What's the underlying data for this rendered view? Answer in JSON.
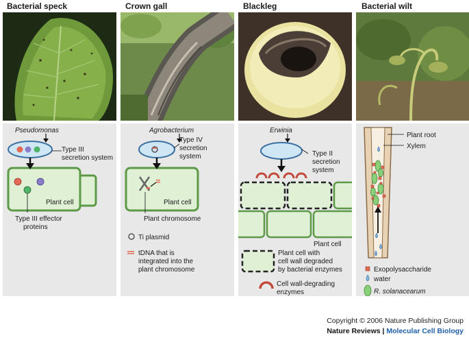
{
  "panels": [
    {
      "title": "Bacterial speck"
    },
    {
      "title": "Crown gall"
    },
    {
      "title": "Blackleg"
    },
    {
      "title": "Bacterial wilt"
    }
  ],
  "speck": {
    "organism": "Pseudomonas",
    "secretion_line1": "Type III",
    "secretion_line2": "secretion system",
    "cell_label": "Plant cell",
    "effector_line1": "Type III effector",
    "effector_line2": "proteins"
  },
  "gall": {
    "organism": "Agrobacterium",
    "secretion_line1": "Type IV",
    "secretion_line2": "secretion",
    "secretion_line3": "system",
    "cell_label": "Plant cell",
    "chromosome_label": "Plant chromosome",
    "legend_plasmid": "Ti plasmid",
    "legend_tdna_line1": "tDNA that is",
    "legend_tdna_line2": "integrated into the",
    "legend_tdna_line3": "plant chromosome"
  },
  "blackleg": {
    "organism": "Erwinia",
    "secretion_line1": "Type II",
    "secretion_line2": "secretion",
    "secretion_line3": "system",
    "cell_label": "Plant cell",
    "legend_degraded_line1": "Plant cell with",
    "legend_degraded_line2": "cell wall degraded",
    "legend_degraded_line3": "by bacterial enzymes",
    "legend_enzyme_line1": "Cell wall-degrading",
    "legend_enzyme_line2": "enzymes"
  },
  "wilt": {
    "root_label": "Plant root",
    "xylem_label": "Xylem",
    "legend_eps": "Exopolysaccharide",
    "legend_water": "water",
    "legend_bacterium": "R. solanacearum"
  },
  "footer": {
    "copyright": "Copyright © 2006 Nature Publishing Group",
    "journal_prefix": "Nature Reviews | ",
    "journal_name": "Molecular Cell Biology"
  },
  "colors": {
    "cell_fill": "#dff0d4",
    "cell_stroke": "#5d9a48",
    "vesicle_fill": "#cfe6f5",
    "vesicle_stroke": "#3a6fa0",
    "eps_red": "#e26a55",
    "water_blue": "#7fb3e0",
    "journal_blue": "#1f5fa8"
  }
}
